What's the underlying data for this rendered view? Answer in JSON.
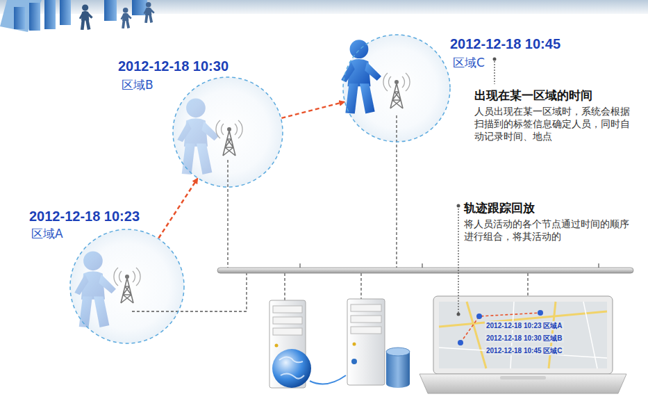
{
  "diagram": {
    "nodes": [
      {
        "text": [
          "2012-12-18 10:23",
          "区域A"
        ]
      },
      {
        "text": [
          "2012-12-18 10:30",
          "区域B"
        ]
      },
      {
        "text": [
          "2012-12-18 10:45",
          "区域C"
        ]
      }
    ],
    "edges": [
      {
        "from": 0,
        "to": 1,
        "arrow": "to"
      },
      {
        "from": 1,
        "to": 2,
        "arrow": "to"
      }
    ],
    "labels": [
      "出现在某一区域的时间",
      "人员出现在某一区域时，系统会根据扫描到的标签信息确定人员，同时自动记录时间、地点",
      "轨迹跟踪回放",
      "将人员活动的各个节点通过时间的顺序进行组合，将其活动的",
      "2012-12-18 10:23 区域A",
      "2012-12-18 10:30 区域B",
      "2012-12-18 10:45 区域C"
    ]
  }
}
